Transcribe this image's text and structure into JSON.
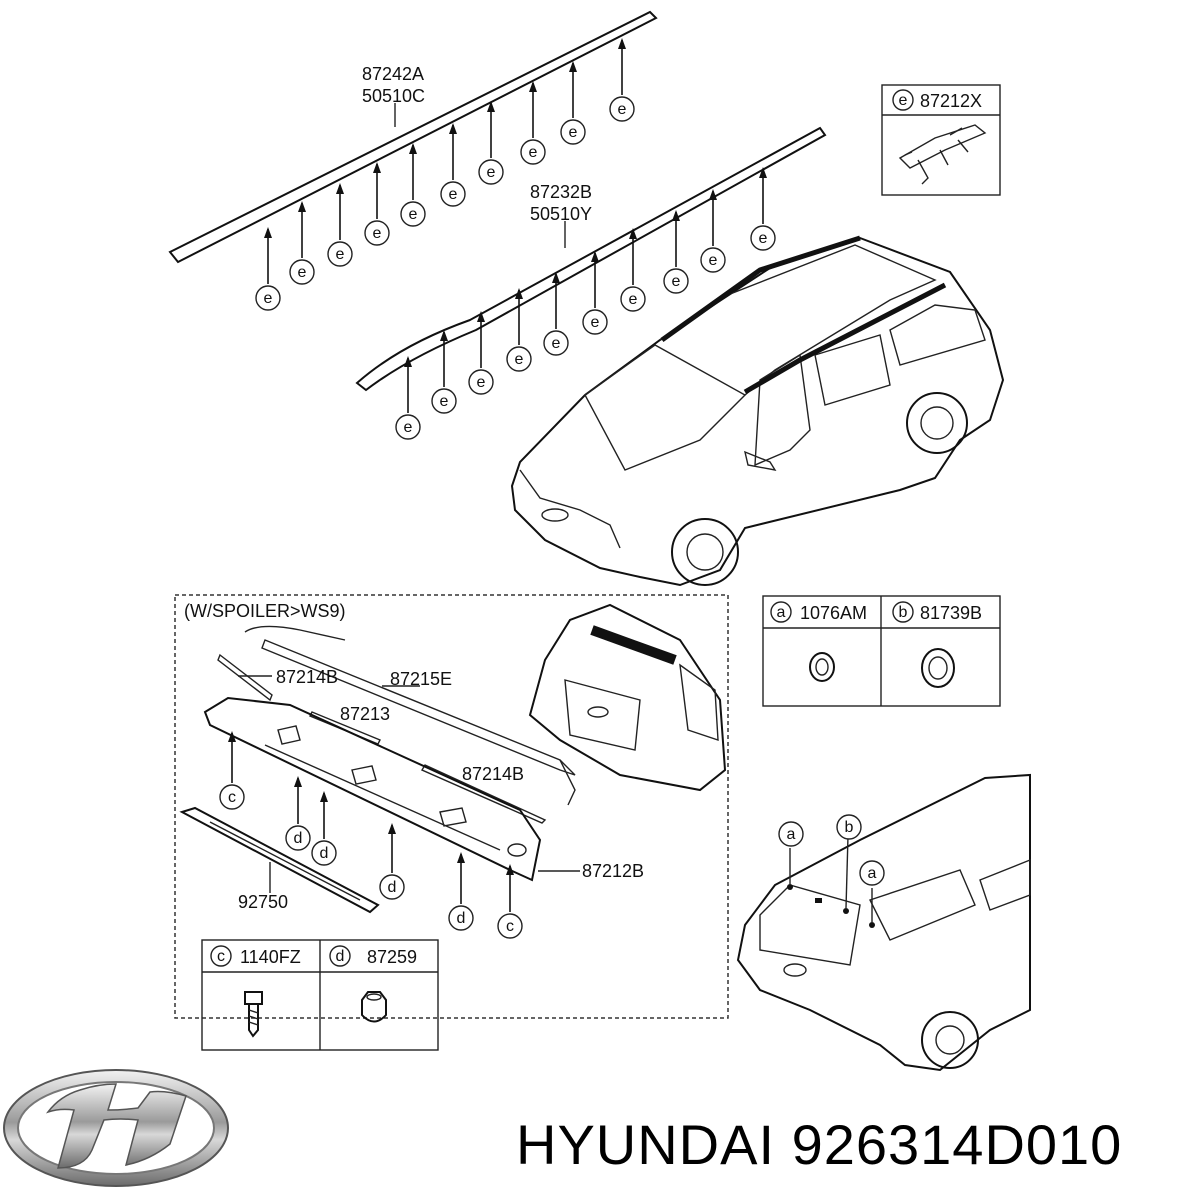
{
  "callouts": {
    "roof_rack_left": [
      "87242A",
      "50510C"
    ],
    "roof_rack_right": [
      "87232B",
      "50510Y"
    ],
    "spoiler_box_title": "(W/SPOILER>WS9)",
    "spoiler_parts": {
      "p1": "87214B",
      "p2": "87215E",
      "p3": "87213",
      "p4": "87214B",
      "p5": "87212B",
      "p6": "92750"
    }
  },
  "legends": {
    "e_box": {
      "letter": "e",
      "part": "87212X"
    },
    "ab_box": [
      {
        "letter": "a",
        "part": "1076AM"
      },
      {
        "letter": "b",
        "part": "81739B"
      }
    ],
    "cd_box": [
      {
        "letter": "c",
        "part": "1140FZ"
      },
      {
        "letter": "d",
        "part": "87259"
      }
    ]
  },
  "markers": {
    "e": "e",
    "a": "a",
    "b": "b",
    "c": "c",
    "d": "d"
  },
  "brand": {
    "text": "HYUNDAI 926314D010",
    "logo": "hyundai-logo"
  }
}
